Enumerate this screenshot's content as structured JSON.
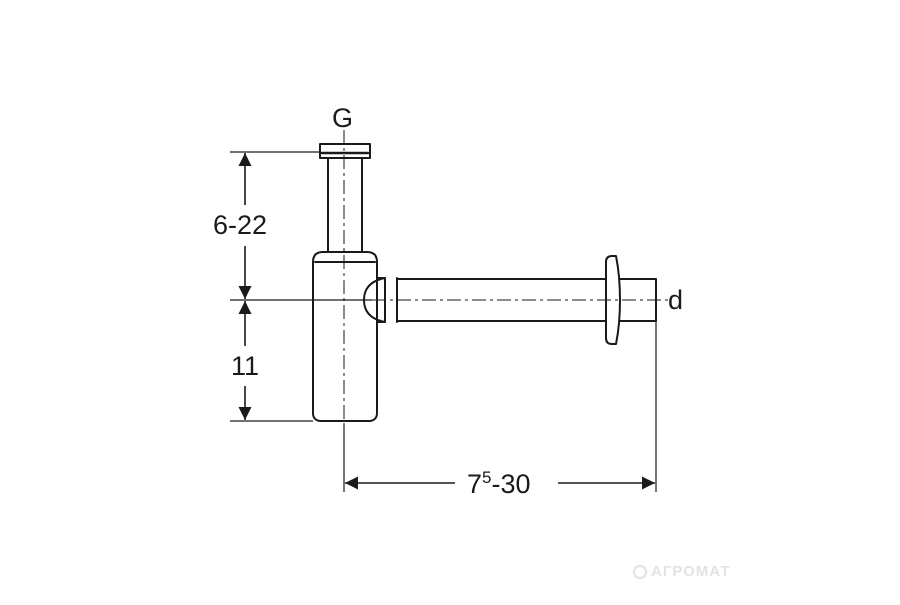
{
  "labels": {
    "top_connection": "G",
    "outlet_diameter": "d",
    "upper_height": "6-22",
    "lower_height": "11",
    "length_main": "7",
    "length_sup": "5",
    "length_rest": "-30"
  },
  "watermark": {
    "text": "АГРОМАТ"
  },
  "colors": {
    "line": "#1a1a1a",
    "watermark": "#e3e3e3"
  }
}
